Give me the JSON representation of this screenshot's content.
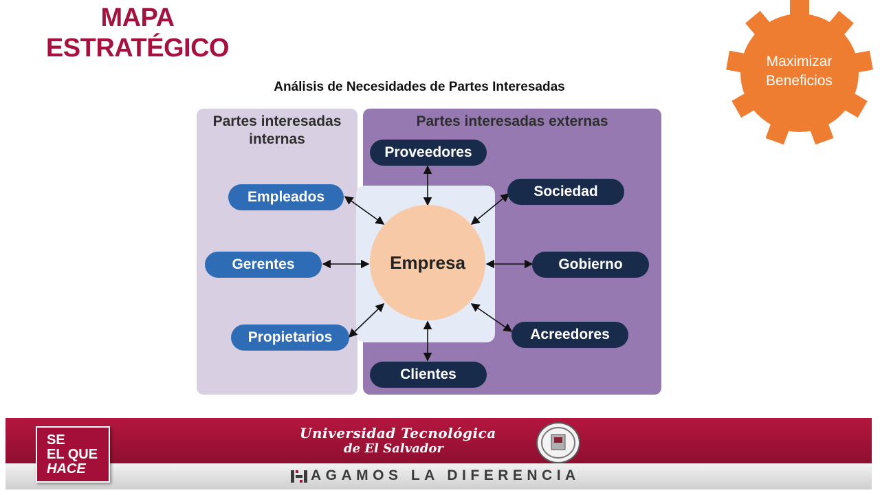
{
  "slide": {
    "title_line1": "MAPA",
    "title_line2": "ESTRATÉGICO",
    "subtitle": "Análisis de Necesidades de Partes Interesadas",
    "gear_label_line1": "Maximizar",
    "gear_label_line2": "Beneficios"
  },
  "diagram": {
    "internal_title_line1": "Partes interesadas",
    "internal_title_line2": "internas",
    "external_title": "Partes interesadas externas",
    "center": "Empresa",
    "internal_stakeholders": [
      "Empleados",
      "Gerentes",
      "Propietarios"
    ],
    "external_stakeholders": [
      "Proveedores",
      "Sociedad",
      "Gobierno",
      "Acreedores",
      "Clientes"
    ]
  },
  "footer": {
    "badge_line1": "SE",
    "badge_line2": "EL QUE",
    "badge_line3": "HACE",
    "university_line1": "Universidad Tecnológica",
    "university_line2": "de El Salvador",
    "slogan": "AGAMOS LA DIFERENCIA"
  },
  "colors": {
    "brand_red": "#a5123f",
    "gear_orange": "#ee7d31",
    "internal_panel": "#d8cfe2",
    "external_panel": "#9579b0",
    "internal_pill": "#2e6cb5",
    "external_pill": "#182b4b",
    "center_circle": "#f7c9a6"
  },
  "icons": [
    "gear-shape",
    "university-seal",
    "h-logo-mark"
  ]
}
